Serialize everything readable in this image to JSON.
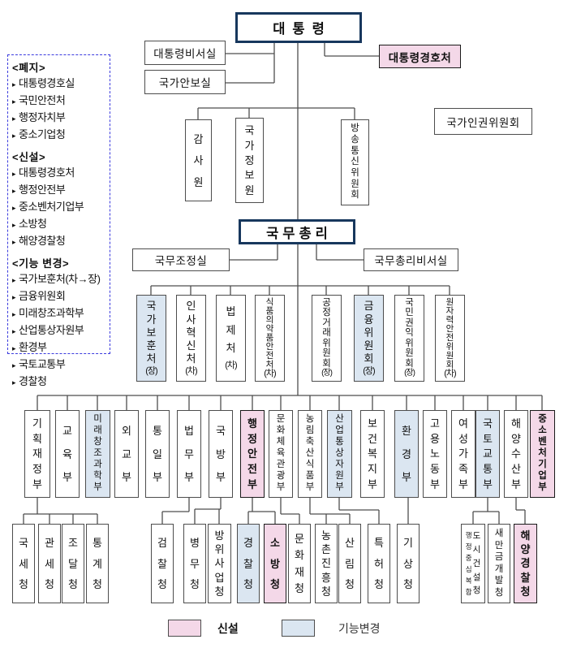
{
  "changes_panel": {
    "sections": [
      {
        "header": "<폐지>",
        "items": [
          "대통령경호실",
          "국민안전처",
          "행정자치부",
          "중소기업청"
        ]
      },
      {
        "header": "<신설>",
        "items": [
          "대통령경호처",
          "행정안전부",
          "중소벤처기업부",
          "소방청",
          "해양경찰청"
        ]
      },
      {
        "header": "<기능 변경>",
        "items": [
          "국가보훈처(차→장)",
          "금융위원회",
          "미래창조과학부",
          "산업통상자원부",
          "환경부",
          "국토교통부",
          "경찰청"
        ]
      }
    ]
  },
  "legend": {
    "new_label": "신설",
    "changed_label": "기능변경"
  },
  "colors": {
    "new_fill": "#F4D8E8",
    "changed_fill": "#DBE6F1",
    "primary_border": "#17375D",
    "box_border": "#4D4D4D",
    "line_color": "#4D4D4D",
    "panel_border": "#3B3BDE"
  },
  "nodes": [
    {
      "id": "president",
      "label": "대통령",
      "style": "primary"
    },
    {
      "id": "pres-office",
      "label": "대통령비서실"
    },
    {
      "id": "nso",
      "label": "국가안보실"
    },
    {
      "id": "pss",
      "label": "대통령경호처",
      "status": "new"
    },
    {
      "id": "nhrc",
      "label": "국가인권위원회"
    },
    {
      "id": "bai",
      "label": "감사원"
    },
    {
      "id": "nis",
      "label": "국가정보원"
    },
    {
      "id": "kcc",
      "label": "방송통신위원회"
    },
    {
      "id": "pm",
      "label": "국무총리",
      "style": "primary"
    },
    {
      "id": "osc",
      "label": "국무조정실"
    },
    {
      "id": "pmso",
      "label": "국무총리비서실"
    },
    {
      "id": "mpva",
      "label": "국가보훈처",
      "suffix": "(장)",
      "status": "changed"
    },
    {
      "id": "mpm",
      "label": "인사혁신처",
      "suffix": "(차)"
    },
    {
      "id": "moleg",
      "label": "법제처",
      "suffix": "(차)"
    },
    {
      "id": "mfds",
      "label": "식품의약품안전처",
      "suffix": "(차)"
    },
    {
      "id": "ftc",
      "label": "공정거래위원회",
      "suffix": "(장)"
    },
    {
      "id": "fsc",
      "label": "금융위원회",
      "suffix": "(장)",
      "status": "changed"
    },
    {
      "id": "acrc",
      "label": "국민권익위원회",
      "suffix": "(장)"
    },
    {
      "id": "nssc",
      "label": "원자력안전위원회",
      "suffix": "(차)"
    },
    {
      "id": "moef",
      "label": "기획재정부"
    },
    {
      "id": "moe",
      "label": "교육부"
    },
    {
      "id": "msip",
      "label": "미래창조과학부",
      "status": "changed"
    },
    {
      "id": "mofa",
      "label": "외교부"
    },
    {
      "id": "mou",
      "label": "통일부"
    },
    {
      "id": "moj",
      "label": "법무부"
    },
    {
      "id": "mnd",
      "label": "국방부"
    },
    {
      "id": "mois",
      "label": "행정안전부",
      "status": "new"
    },
    {
      "id": "mcst",
      "label": "문화체육관광부"
    },
    {
      "id": "mafra",
      "label": "농림축산식품부"
    },
    {
      "id": "motie",
      "label": "산업통상자원부",
      "status": "changed"
    },
    {
      "id": "mohw",
      "label": "보건복지부"
    },
    {
      "id": "moenv",
      "label": "환경부",
      "status": "changed"
    },
    {
      "id": "moel",
      "label": "고용노동부"
    },
    {
      "id": "mogef",
      "label": "여성가족부"
    },
    {
      "id": "molit",
      "label": "국토교통부",
      "status": "changed"
    },
    {
      "id": "mof",
      "label": "해양수산부"
    },
    {
      "id": "mss",
      "label": "중소벤처기업부",
      "status": "new"
    },
    {
      "id": "nts",
      "label": "국세청"
    },
    {
      "id": "kcs",
      "label": "관세청"
    },
    {
      "id": "pps",
      "label": "조달청"
    },
    {
      "id": "kostat",
      "label": "통계청"
    },
    {
      "id": "spo",
      "label": "검찰청"
    },
    {
      "id": "mma",
      "label": "병무청"
    },
    {
      "id": "dapa",
      "label": "방위사업청"
    },
    {
      "id": "knpa",
      "label": "경찰청",
      "status": "changed"
    },
    {
      "id": "nfa",
      "label": "소방청",
      "status": "new"
    },
    {
      "id": "cha",
      "label": "문화재청"
    },
    {
      "id": "rda",
      "label": "농촌진흥청"
    },
    {
      "id": "kfs",
      "label": "산림청"
    },
    {
      "id": "kipo",
      "label": "특허청"
    },
    {
      "id": "kma",
      "label": "기상청"
    },
    {
      "id": "macc",
      "label": "행정중심복합도시건설청",
      "cols": [
        "행정중심복합",
        "도시건설청"
      ]
    },
    {
      "id": "sdia",
      "label": "새만금개발청"
    },
    {
      "id": "kcg",
      "label": "해양경찰청",
      "status": "new"
    }
  ]
}
